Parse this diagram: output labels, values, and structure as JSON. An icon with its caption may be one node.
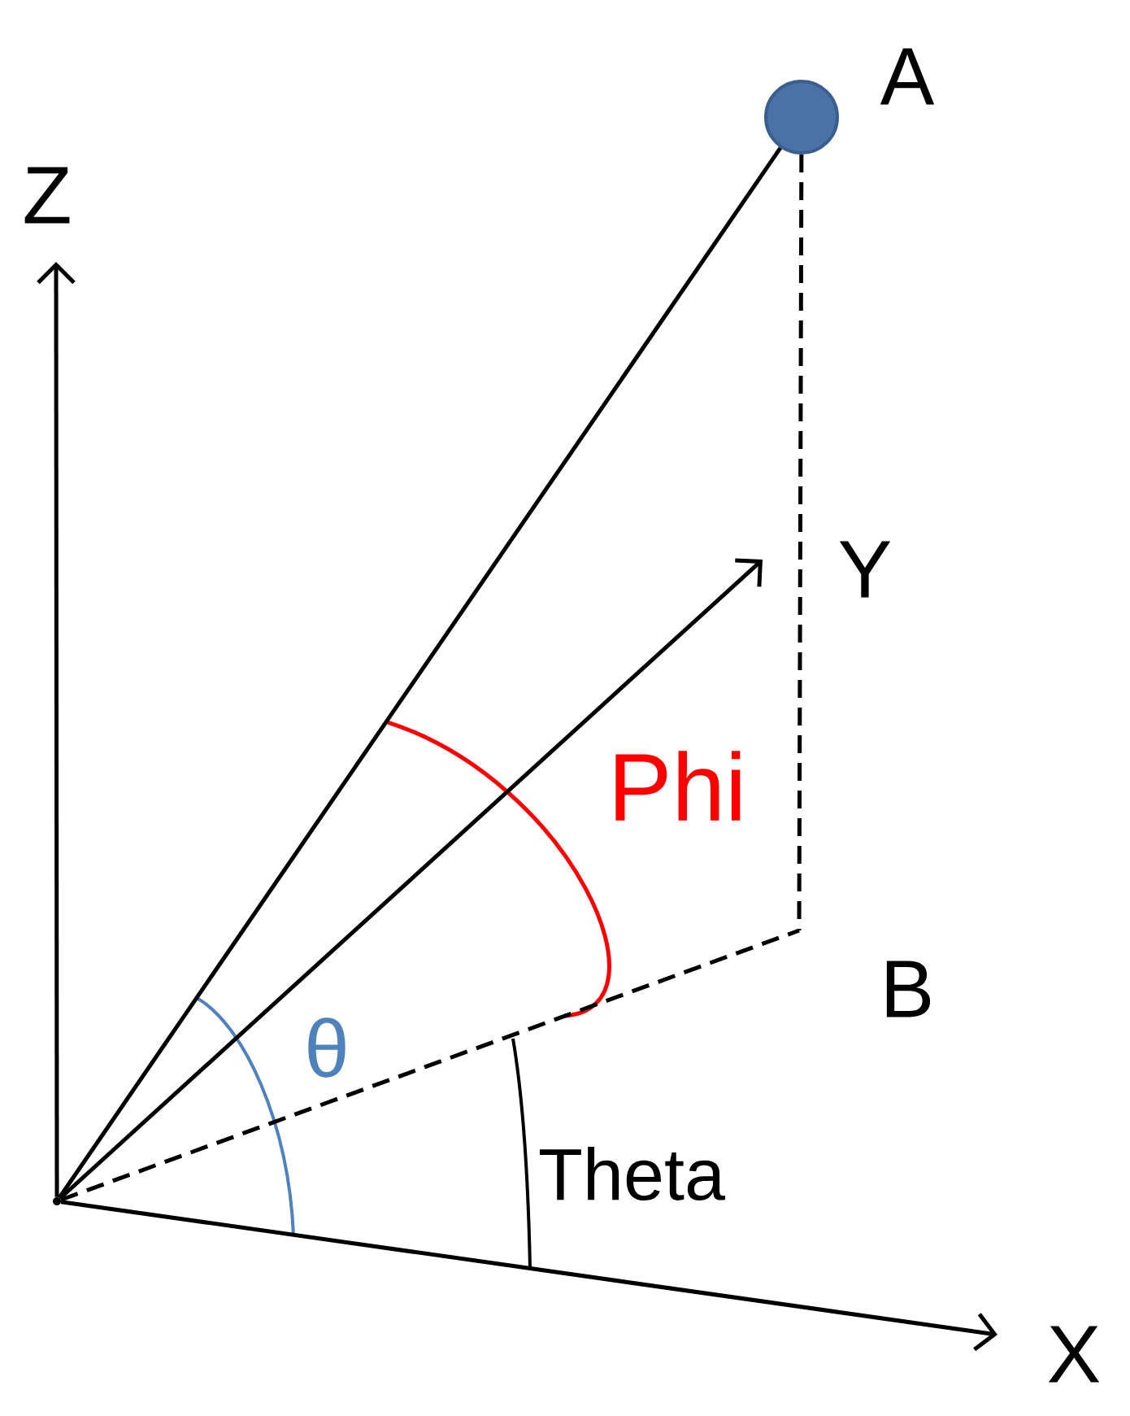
{
  "diagram": {
    "nodes": [
      {
        "text": [],
        "shape": "circle",
        "beside": [
          "A"
        ]
      },
      {
        "text": [],
        "shape": "point"
      }
    ],
    "edges": [
      {
        "from": 1,
        "to": 0,
        "arrow": "none"
      },
      {
        "from": 0,
        "to": null,
        "arrow": "none",
        "style": "dashed"
      },
      {
        "from": 1,
        "to": null,
        "arrow": "none",
        "style": "dashed"
      },
      {
        "from": 1,
        "to": null,
        "arrow": "to"
      },
      {
        "from": 1,
        "to": null,
        "arrow": "to"
      },
      {
        "from": 1,
        "to": null,
        "arrow": "to"
      }
    ],
    "labels": [
      "Z",
      "Y",
      "Phi",
      "B",
      "θ",
      "Theta",
      "X"
    ]
  }
}
